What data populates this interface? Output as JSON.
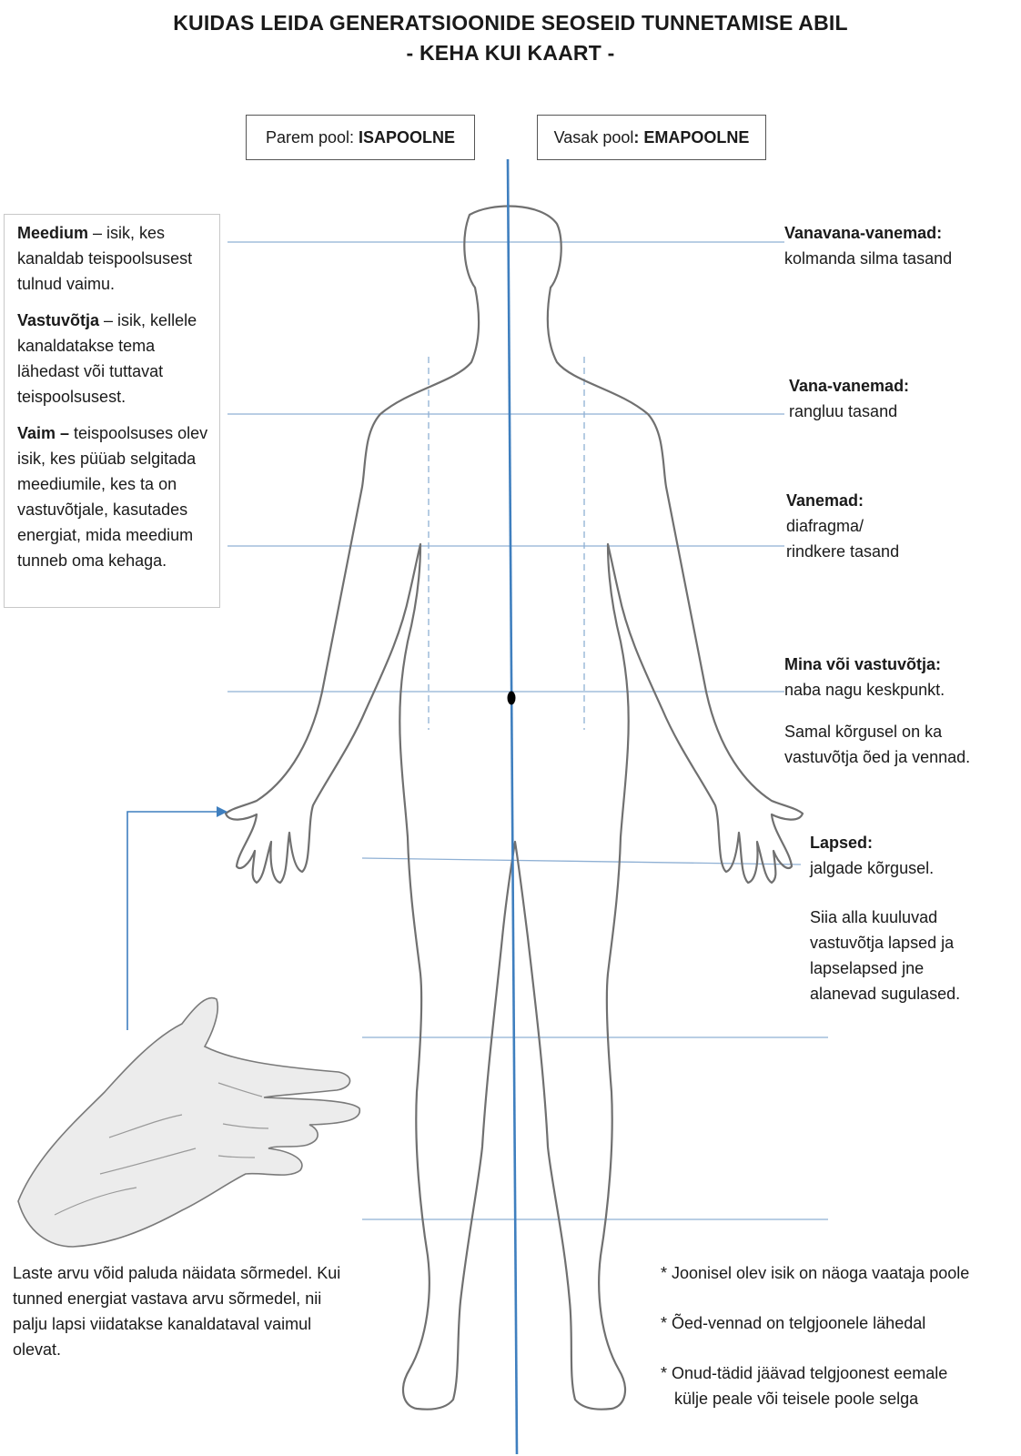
{
  "title": {
    "line1": "KUIDAS LEIDA GENERATSIOONIDE SEOSEID TUNNETAMISE ABIL",
    "line2": "-    KEHA KUI KAART -"
  },
  "sides": {
    "right": {
      "label": "Parem pool:",
      "value": "ISAPOOLNE"
    },
    "left": {
      "label": "Vasak pool",
      "value": ": EMAPOOLNE"
    }
  },
  "definitions": [
    {
      "term": "Meedium",
      "text": " – isik, kes kanaldab teispoolsusest tulnud vaimu."
    },
    {
      "term": "Vastuvõtja",
      "text": " – isik, kellele kanaldatakse tema lähedast või tuttavat teispoolsusest."
    },
    {
      "term": "Vaim –",
      "text": " teispoolsuses olev isik, kes püüab selgitada meediumile, kes ta on vastuvõtjale, kasutades energiat, mida meedium tunneb oma kehaga."
    }
  ],
  "levels": [
    {
      "heading": "Vanavana-vanemad:",
      "text": "kolmanda silma tasand"
    },
    {
      "heading": "Vana-vanemad:",
      "text": "rangluu tasand"
    },
    {
      "heading": "Vanemad:",
      "text": "diafragma/\nrindkere tasand"
    },
    {
      "heading": "Mina või vastuvõtja:",
      "text": "naba nagu keskpunkt."
    },
    {
      "heading": "Lapsed:",
      "text": "jalgade kõrgusel."
    }
  ],
  "notes": {
    "siblings": "Samal kõrgusel on ka\nvastuvõtja õed ja vennad.",
    "descendants": "Siia alla kuuluvad\nvastuvõtja lapsed ja\nlapselapsed jne\nalanevad sugulased."
  },
  "footer_left": "Laste arvu võid paluda näidata sõrmedel. Kui tunned energiat vastava arvu sõrmedel, nii palju lapsi viidatakse kanaldataval vaimul olevat.",
  "footer_right": [
    "* Joonisel olev isik on näoga vaataja poole",
    "* Õed-vennad on telgjoonele lähedal",
    "* Onud-tädid jäävad telgjoonest eemale",
    "   külje peale või teisele poole selga"
  ],
  "colors": {
    "axis": "#3f7fbf",
    "guide": "#8fb0d4",
    "outline": "#707070"
  }
}
